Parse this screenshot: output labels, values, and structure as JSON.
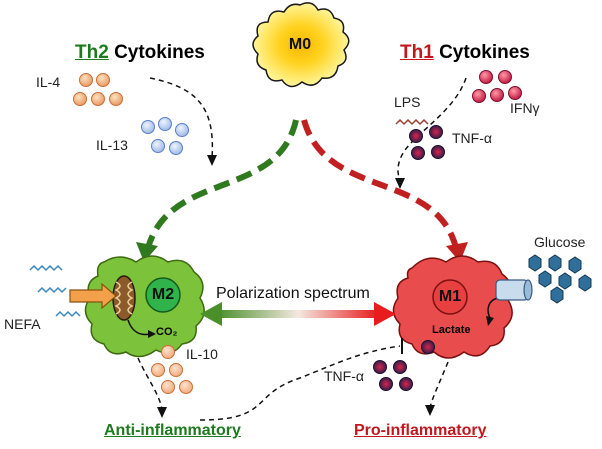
{
  "diagram": {
    "center_cell": {
      "label": "M0"
    },
    "left_heading": {
      "prefix": "Th2",
      "suffix": "Cytokines",
      "prefix_color": "#1e7a1e"
    },
    "right_heading": {
      "prefix": "Th1",
      "suffix": "Cytokines",
      "prefix_color": "#c0181e"
    },
    "left_cytokines": [
      "IL-4",
      "IL-13"
    ],
    "right_cytokines": [
      "LPS",
      "IFNγ",
      "TNF-α"
    ],
    "m2_cell": {
      "label": "M2",
      "color": "#7cc23a",
      "product": "CO₂",
      "secreted": "IL-10",
      "substrate": "NEFA"
    },
    "m1_cell": {
      "label": "M1",
      "color": "#e84c4c",
      "product": "Lactate",
      "secreted": "TNF-α",
      "substrate": "Glucose"
    },
    "spectrum_label": "Polarization spectrum",
    "outcomes": {
      "left": {
        "label": "Anti-inflammatory",
        "color": "#1e7a1e"
      },
      "right": {
        "label": "Pro-inflammatory",
        "color": "#c0181e"
      }
    }
  }
}
